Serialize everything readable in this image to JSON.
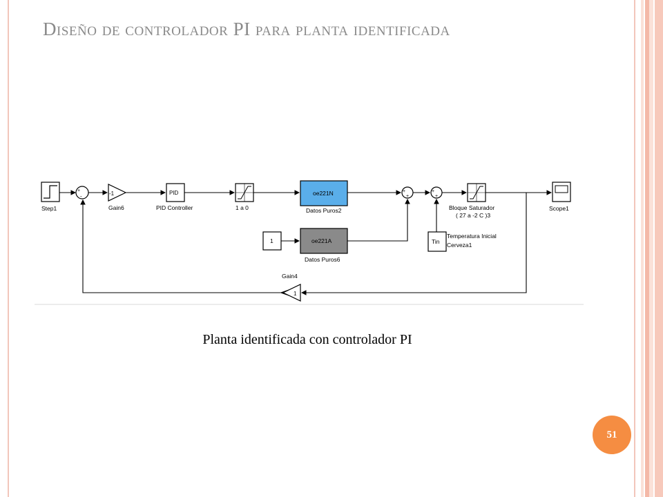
{
  "slide": {
    "title": "Diseño de controlador PI para planta identificada",
    "caption": "Planta identificada con controlador PI",
    "page_number": "51"
  },
  "diagram": {
    "blocks": {
      "step": "Step1",
      "gain6_value": "-1",
      "gain6": "Gain6",
      "pid_value": "PID",
      "pid": "PID Controller",
      "sat1": "1 a 0",
      "model_a_value": "oe221N",
      "model_a": "Datos Puros2",
      "const_value": "1",
      "model_b_value": "oe221A",
      "model_b": "Datos Puros6",
      "sat2_line1": "Bloque Saturador",
      "sat2_line2": "( 27 a -2 C )3",
      "tin_value": "Tin",
      "tin_line1": "Temperatura Inicial",
      "tin_line2": "Cerveza1",
      "scope": "Scope1",
      "gain4": "Gain4",
      "gain4_value": "1"
    },
    "colors": {
      "model_a_fill": "#5aaeea",
      "model_b_fill": "#8a8a8a"
    }
  }
}
